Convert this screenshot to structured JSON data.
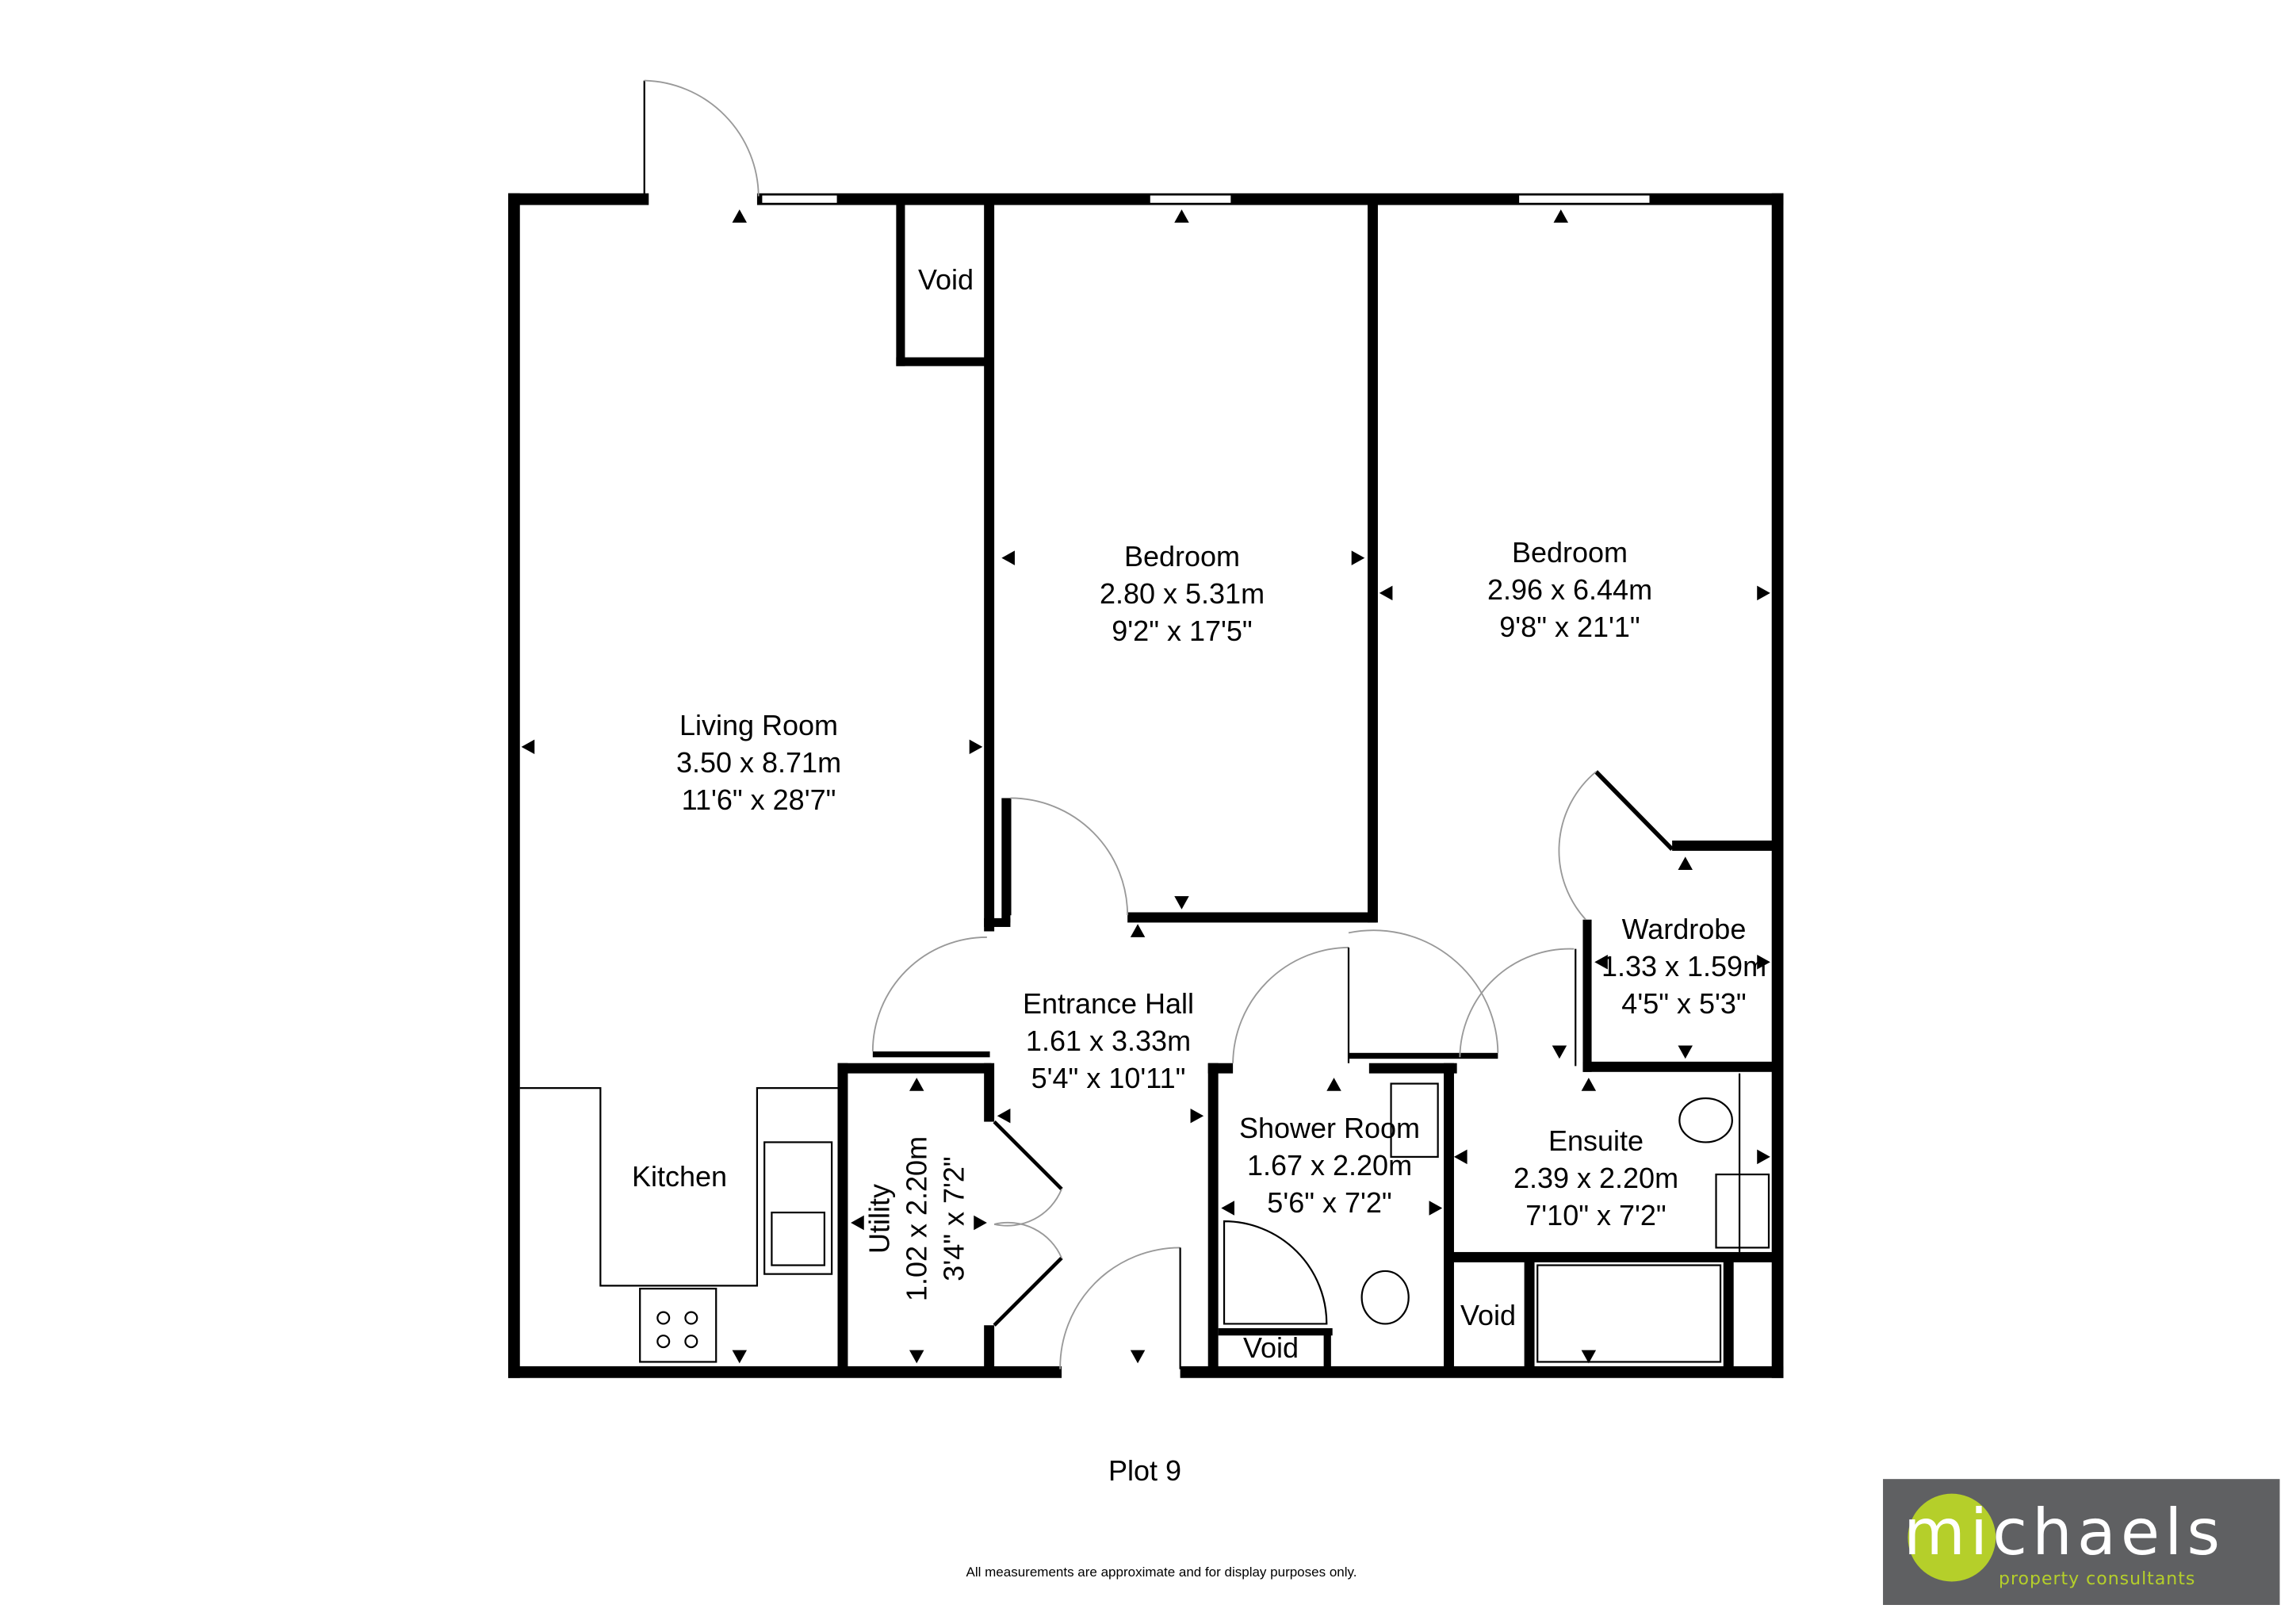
{
  "plan_title": "Plot 9",
  "disclaimer": "All measurements are approximate and for display purposes only.",
  "rooms": {
    "living": {
      "name": "Living Room",
      "metric": "3.50 x 8.71m",
      "imperial": "11'6\" x 28'7\""
    },
    "bedroom1": {
      "name": "Bedroom",
      "metric": "2.80 x 5.31m",
      "imperial": "9'2\" x 17'5\""
    },
    "bedroom2": {
      "name": "Bedroom",
      "metric": "2.96 x 6.44m",
      "imperial": "9'8\" x 21'1\""
    },
    "hall": {
      "name": "Entrance Hall",
      "metric": "1.61 x 3.33m",
      "imperial": "5'4\" x 10'11\""
    },
    "wardrobe": {
      "name": "Wardrobe",
      "metric": "1.33 x 1.59m",
      "imperial": "4'5\" x 5'3\""
    },
    "shower": {
      "name": "Shower Room",
      "metric": "1.67 x 2.20m",
      "imperial": "5'6\" x 7'2\""
    },
    "ensuite": {
      "name": "Ensuite",
      "metric": "2.39 x 2.20m",
      "imperial": "7'10\" x 7'2\""
    },
    "utility": {
      "name": "Utility",
      "metric": "1.02 x 2.20m",
      "imperial": "3'4\" x 7'2\""
    },
    "kitchen": {
      "name": "Kitchen"
    },
    "void_top": {
      "name": "Void"
    },
    "void_shower": {
      "name": "Void"
    },
    "void_ensuite": {
      "name": "Void"
    }
  },
  "logo": {
    "word": "michaels",
    "tagline": "property consultants",
    "bg_color": "#5f6062",
    "accent_color": "#b5cf2a"
  },
  "colors": {
    "wall": "#000000",
    "door_swing": "#999999"
  }
}
